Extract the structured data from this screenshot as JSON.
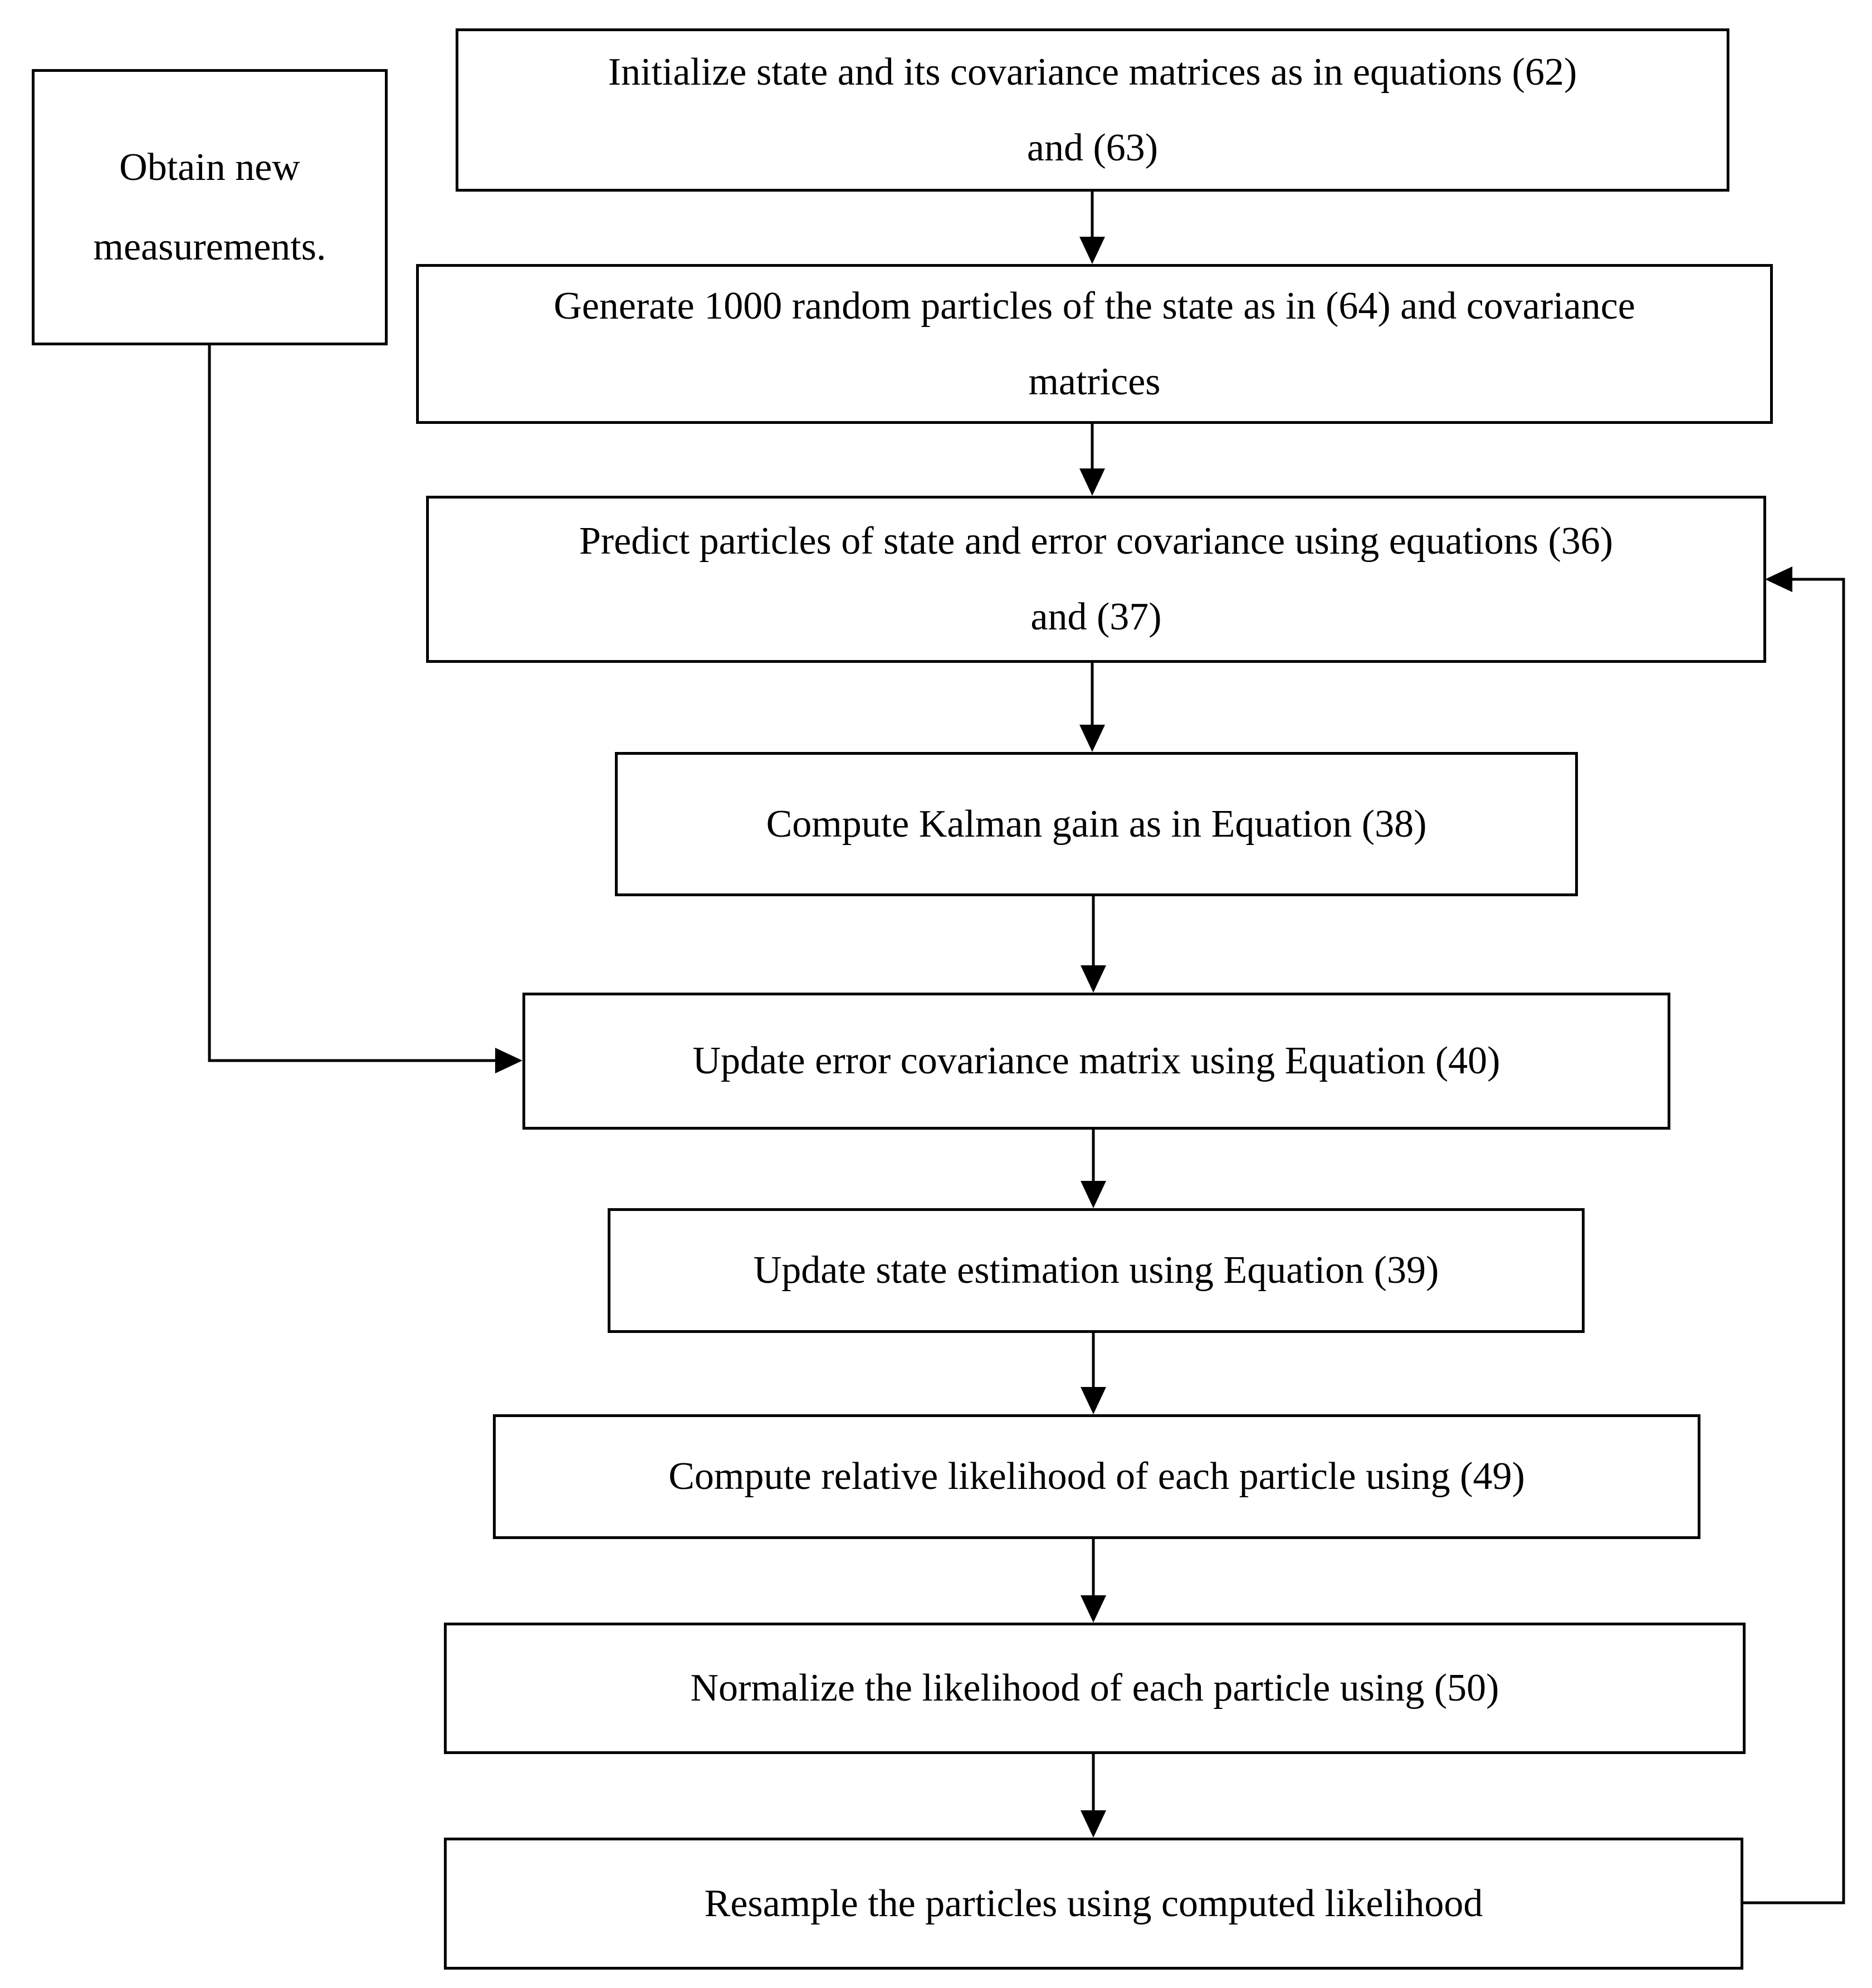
{
  "diagram": {
    "side_box": {
      "line1": "Obtain new",
      "line2": "measurements."
    },
    "steps": [
      {
        "line1": "Initialize state and its covariance matrices as in equations (62)",
        "line2": "and (63)"
      },
      {
        "line1": "Generate 1000 random particles of the state as in (64) and covariance",
        "line2": "matrices"
      },
      {
        "line1": "Predict particles of state and error covariance using equations (36)",
        "line2": "and (37)"
      },
      {
        "line1": "Compute Kalman gain as in Equation (38)"
      },
      {
        "line1": "Update error covariance matrix using Equation (40)"
      },
      {
        "line1": "Update state estimation using Equation (39)"
      },
      {
        "line1": "Compute relative likelihood of each particle using (49)"
      },
      {
        "line1": "Normalize the likelihood of each particle using (50)"
      },
      {
        "line1": "Resample the particles using computed likelihood"
      }
    ]
  }
}
